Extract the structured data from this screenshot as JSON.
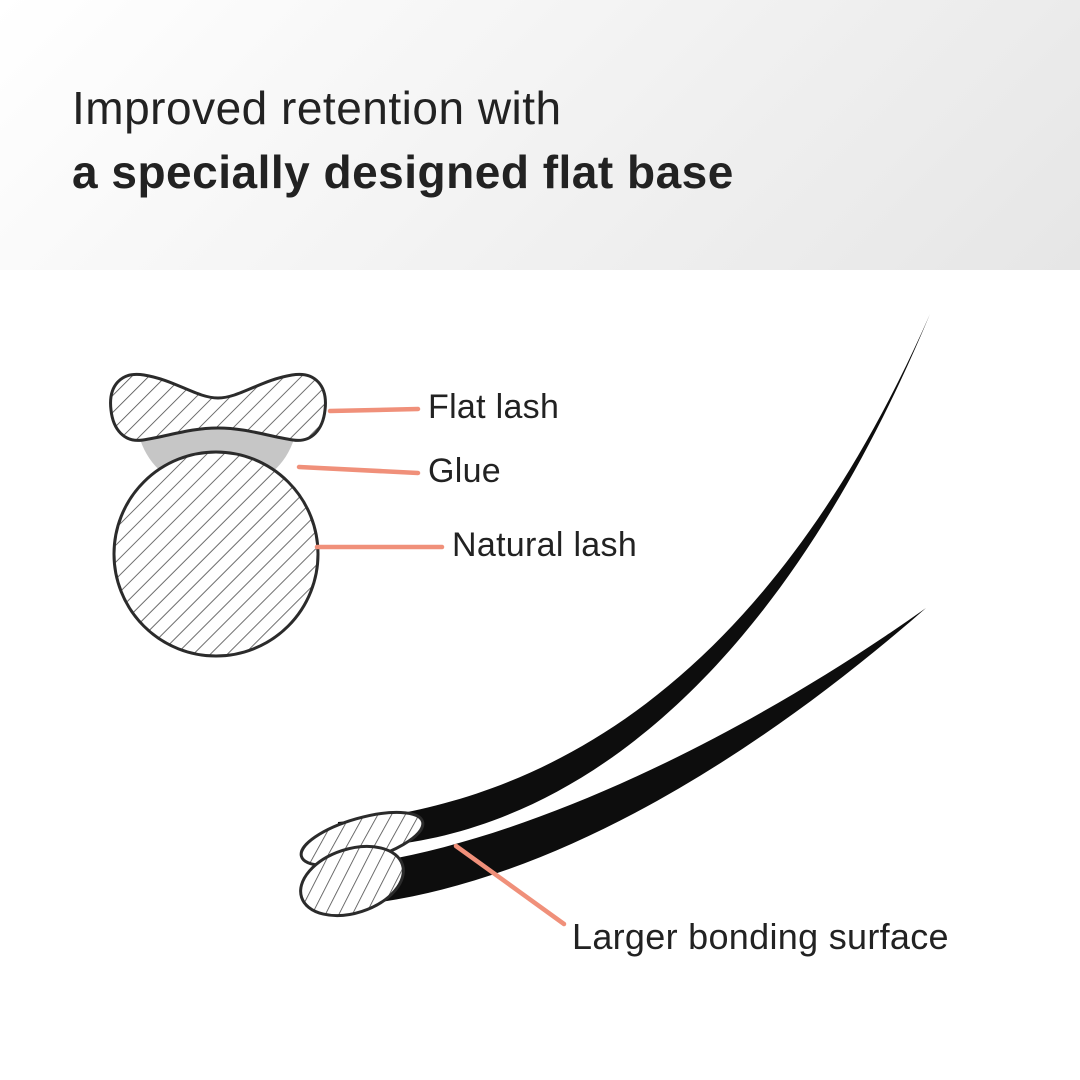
{
  "header": {
    "title_line1": "Improved retention with",
    "title_line2": "a specially designed flat base"
  },
  "diagram": {
    "labels": {
      "flat_lash": "Flat lash",
      "glue": "Glue",
      "natural_lash": "Natural lash",
      "bonding": "Larger bonding surface"
    },
    "colors": {
      "leader_line": "#f0907a",
      "lash_black": "#0d0d0d",
      "glue_gray": "#c6c6c6",
      "hatch": "#4a4a4a",
      "outline": "#2b2b2b",
      "text": "#222222",
      "header_bg_start": "#ffffff",
      "header_bg_end": "#e6e6e6"
    }
  }
}
